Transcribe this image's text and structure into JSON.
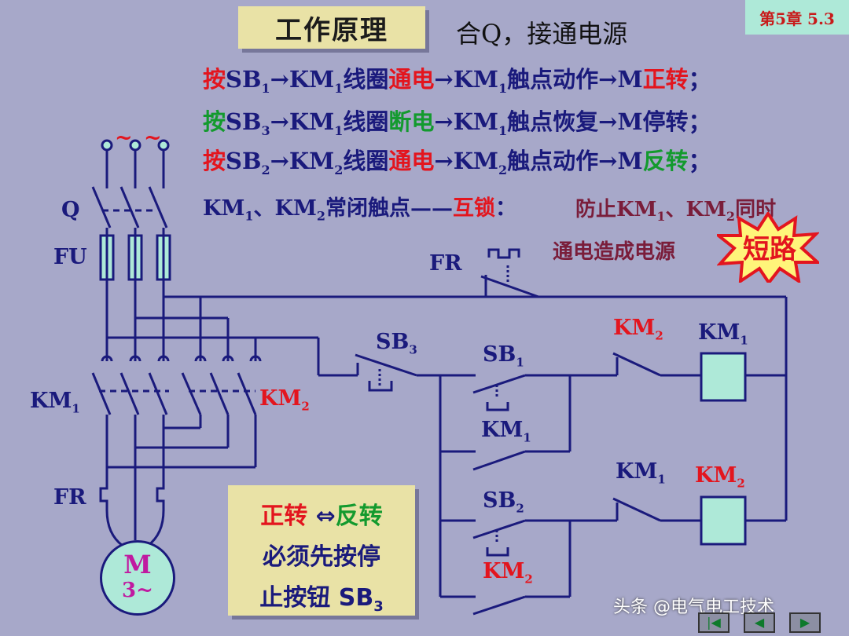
{
  "title": "工作原理",
  "chapter": "第5章 5.3",
  "subtitle": "合Q，接通电源",
  "steps": [
    {
      "a": "按",
      "b": "SB",
      "bs": "1",
      "c": "→KM",
      "cs": "1",
      "d": "线圈",
      "e": "通电",
      "f": "→KM",
      "fs": "1",
      "g": "触点动作→M",
      "h": "正转",
      "i": "；"
    },
    {
      "a": "按",
      "b": "SB",
      "bs": "3",
      "c": "→KM",
      "cs": "1",
      "d": "线圈",
      "e": "断电",
      "f": "→KM",
      "fs": "1",
      "g": "触点恢复→M停转",
      "h": "",
      "i": "；"
    },
    {
      "a": "按",
      "b": "SB",
      "bs": "2",
      "c": "→KM",
      "cs": "2",
      "d": "线圈",
      "e": "通电",
      "f": "→KM",
      "fs": "2",
      "g": "触点动作→M",
      "h": "反转",
      "i": "；"
    }
  ],
  "interlock": {
    "p1": "KM",
    "p1s": "1",
    "p2": "、KM",
    "p2s": "2",
    "p3": "常闭触点——",
    "word": "互锁",
    "colon": "：",
    "r1": "防止KM",
    "r1s": "1",
    "r2": "、KM",
    "r2s": "2",
    "r3": "同时",
    "r4": "通电造成电源",
    "burst": "短路"
  },
  "labels": {
    "q": "Q",
    "fu": "FU",
    "fr_main": "FR",
    "fr_ctrl": "FR",
    "km1_main": "KM",
    "km1_main_s": "1",
    "km2_main": "KM",
    "km2_main_s": "2",
    "sb3": "SB",
    "sb3_s": "3",
    "sb1": "SB",
    "sb1_s": "1",
    "km1_hold": "KM",
    "km1_hold_s": "1",
    "sb2": "SB",
    "sb2_s": "2",
    "km2_hold": "KM",
    "km2_hold_s": "2",
    "km2_interlock": "KM",
    "km2_interlock_s": "2",
    "km1_interlock": "KM",
    "km1_interlock_s": "1",
    "coil1": "KM",
    "coil1_s": "1",
    "coil2": "KM",
    "coil2_s": "2",
    "tilde1": "~",
    "tilde2": "~"
  },
  "motor": {
    "m": "M",
    "phase": "3~"
  },
  "note": {
    "l1a": "正转",
    "l1b": " ⇔",
    "l1c": "反转",
    "l2": "必须先按停",
    "l3": "止按钮 SB",
    "l3s": "3"
  },
  "watermark": "头条 @电气电工技术",
  "colors": {
    "background": "#a7a8c9",
    "wire": "#1a1a7c",
    "red": "#e3151e",
    "green": "#139a2e",
    "panel": "#e9e2a6",
    "teal": "#aee9d8"
  },
  "nav_icons": [
    "first-icon",
    "prev-icon",
    "next-icon"
  ]
}
